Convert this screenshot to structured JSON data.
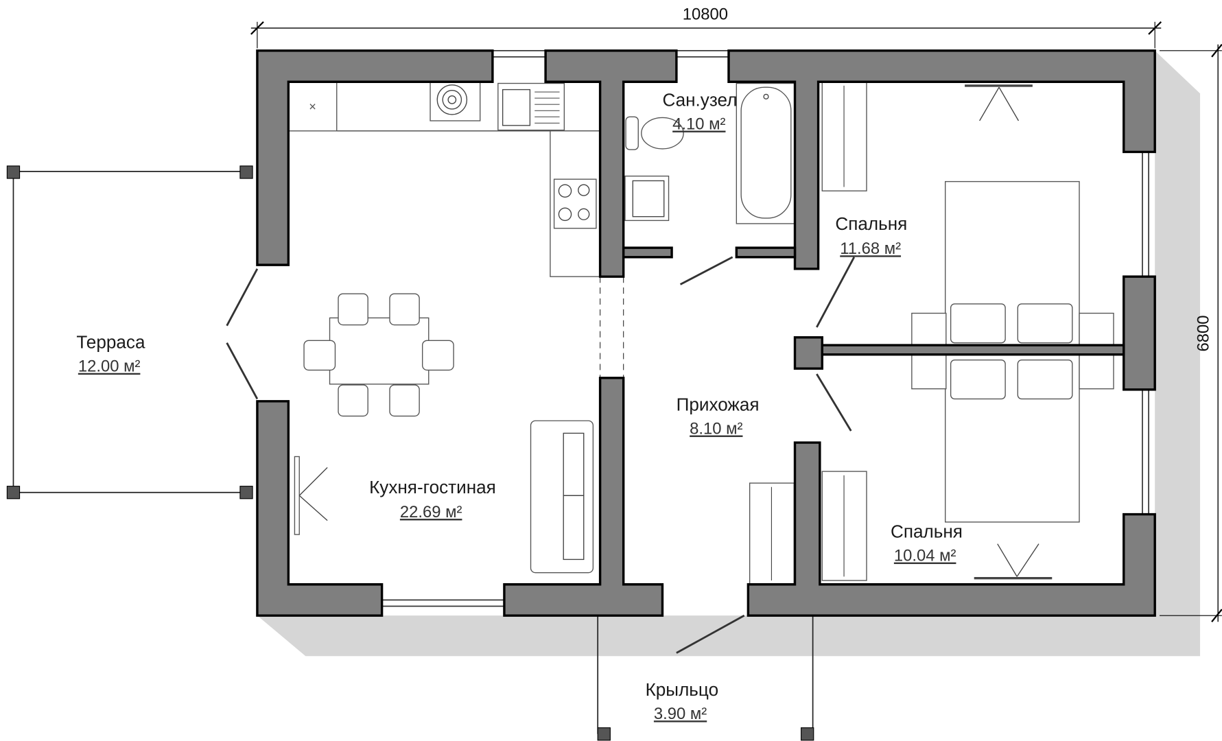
{
  "dimensions": {
    "width": "10800",
    "height": "6800"
  },
  "rooms": {
    "terrace": {
      "name": "Терраса",
      "area": "12.00 м²"
    },
    "kitchen_living": {
      "name": "Кухня-гостиная",
      "area": "22.69 м²"
    },
    "bathroom": {
      "name": "Сан.узел",
      "area": "4.10 м²"
    },
    "hallway": {
      "name": "Прихожая",
      "area": "8.10 м²"
    },
    "bedroom_1": {
      "name": "Спальня",
      "area": "11.68 м²"
    },
    "bedroom_2": {
      "name": "Спальня",
      "area": "10.04 м²"
    },
    "porch": {
      "name": "Крыльцо",
      "area": "3.90 м²"
    }
  }
}
